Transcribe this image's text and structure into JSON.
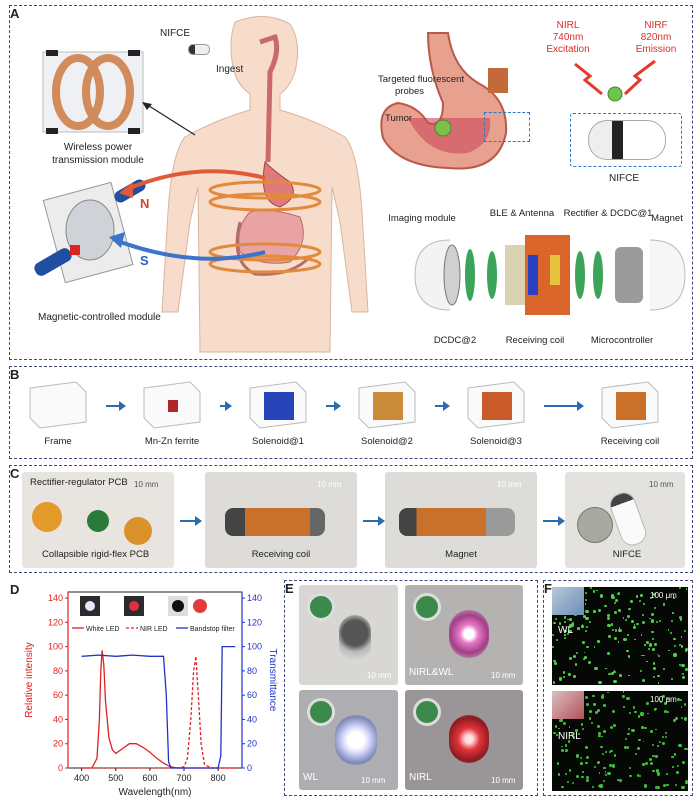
{
  "panels": {
    "a": "A",
    "b": "B",
    "c": "C",
    "d": "D",
    "e": "E",
    "f": "F"
  },
  "panel_a": {
    "nifce_top": "NIFCE",
    "ingest": "Ingest",
    "wireless_l1": "Wireless power",
    "wireless_l2": "transmission module",
    "magnetic_module": "Magnetic-controlled module",
    "pole_n": "N",
    "pole_s": "S",
    "nirl_l1": "NIRL",
    "nirl_l2": "740nm",
    "nirl_l3": "Excitation",
    "nirf_l1": "NIRF",
    "nirf_l2": "820nm",
    "nirf_l3": "Emission",
    "probes_l1": "Targeted fluorescent",
    "probes_l2": "probes",
    "tumor": "Tumor",
    "nifce_capsule": "NIFCE",
    "imaging_module": "Imaging module",
    "ble": "BLE & Antenna",
    "rectifier": "Rectifier & DCDC@1",
    "magnet": "Magnet",
    "dcdc2": "DCDC@2",
    "receiving_coil": "Receiving coil",
    "microcontroller": "Microcontroller"
  },
  "panel_b": {
    "steps": [
      "Frame",
      "Mn-Zn ferrite",
      "Solenoid@1",
      "Solenoid@2",
      "Solenoid@3",
      "Receiving coil"
    ]
  },
  "panel_c": {
    "rectifier_pcb": "Rectifier-regulator PCB",
    "flex_pcb": "Collapsible rigid-flex PCB",
    "photos": [
      "Receiving coil",
      "Magnet",
      "NIFCE"
    ],
    "scale": "10 mm"
  },
  "panel_e": {
    "labels": [
      "NIRL&WL",
      "WL",
      "NIRL"
    ],
    "scale": "10 mm"
  },
  "panel_f": {
    "labels": [
      "WL",
      "NIRL"
    ],
    "scale": "100 μm"
  },
  "colors": {
    "white_led": "#e02020",
    "nir_led": "#e02020",
    "bandstop": "#2233cc",
    "panel_border": "#3a4a7a"
  },
  "chart_data": {
    "type": "line",
    "xlabel": "Wavelength(nm)",
    "ylabel": "Relative intensity",
    "y2label": "Transmittance",
    "xlim": [
      360,
      870
    ],
    "ylim": [
      0,
      145
    ],
    "y2lim": [
      0,
      145
    ],
    "xticks": [
      400,
      500,
      600,
      700,
      800
    ],
    "yticks": [
      0,
      20,
      40,
      60,
      80,
      100,
      120,
      140
    ],
    "y2ticks": [
      0,
      20,
      40,
      60,
      80,
      100,
      120,
      140
    ],
    "legend_position": "top",
    "series": [
      {
        "name": "White LED",
        "axis": "left",
        "style": "solid",
        "color": "#e02020",
        "x": [
          400,
          430,
          445,
          452,
          456,
          460,
          465,
          470,
          480,
          490,
          500,
          520,
          540,
          560,
          580,
          600,
          620,
          640,
          660,
          680,
          700,
          720,
          750,
          800,
          850
        ],
        "y": [
          0,
          0,
          8,
          40,
          80,
          97,
          85,
          55,
          25,
          15,
          12,
          16,
          20,
          20,
          17,
          13,
          8,
          4,
          1,
          0,
          0,
          0,
          0,
          0,
          0
        ]
      },
      {
        "name": "NIR LED",
        "axis": "left",
        "style": "dashed",
        "color": "#e02020",
        "x": [
          400,
          680,
          700,
          710,
          720,
          728,
          735,
          742,
          750,
          760,
          780,
          850
        ],
        "y": [
          0,
          0,
          1,
          8,
          40,
          80,
          92,
          60,
          20,
          3,
          0,
          0
        ]
      },
      {
        "name": "Bandstop filter",
        "axis": "right",
        "style": "solid",
        "color": "#2233cc",
        "x": [
          400,
          450,
          500,
          550,
          600,
          640,
          648,
          655,
          662,
          700,
          750,
          800,
          808,
          812,
          820,
          850
        ],
        "y": [
          92,
          93,
          92,
          93,
          92,
          92,
          60,
          5,
          0,
          0,
          0,
          0,
          10,
          100,
          100,
          100
        ]
      }
    ]
  }
}
